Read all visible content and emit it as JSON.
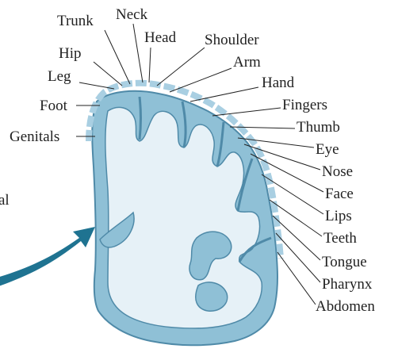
{
  "diagram": {
    "cut_off_left_text": "al",
    "left_labels": {
      "trunk": "Trunk",
      "neck": "Neck",
      "hip": "Hip",
      "head": "Head",
      "leg": "Leg",
      "foot": "Foot",
      "genitals": "Genitals"
    },
    "right_labels": {
      "shoulder": "Shoulder",
      "arm": "Arm",
      "hand": "Hand",
      "fingers": "Fingers",
      "thumb": "Thumb",
      "eye": "Eye",
      "nose": "Nose",
      "face": "Face",
      "lips": "Lips",
      "teeth": "Teeth",
      "tongue": "Tongue",
      "pharynx": "Pharynx",
      "abdomen": "Abdomen"
    },
    "colors": {
      "cortex": "#8fc0d6",
      "cortex_stroke": "#4f8aa8",
      "white_matter": "#e6f1f7",
      "sensory_strip": "#a9cfe2",
      "arrow": "#1f7391",
      "leader_line": "#222222"
    }
  }
}
